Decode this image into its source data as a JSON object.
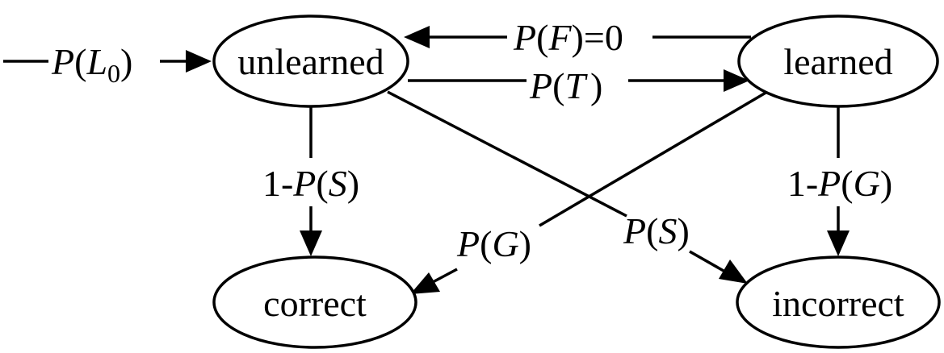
{
  "nodes": {
    "unlearned": "unlearned",
    "learned": "learned",
    "correct": "correct",
    "incorrect": "incorrect"
  },
  "edges": {
    "initial": {
      "label_P": "P",
      "label_open": "(",
      "label_L": "L",
      "label_sub": "0",
      "label_close": ")"
    },
    "forget": {
      "label_P": "P",
      "label_open": "(",
      "label_F": "F",
      "label_close": ")",
      "label_eq": "=0"
    },
    "transit": {
      "label_P": "P",
      "label_open": "(",
      "label_T": "T",
      "label_close": ")"
    },
    "unlearned_correct": {
      "label_prefix": "1-",
      "label_P": "P",
      "label_open": "(",
      "label_S": "S",
      "label_close": ")"
    },
    "learned_incorrect": {
      "label_prefix": "1-",
      "label_P": "P",
      "label_open": "(",
      "label_G": "G",
      "label_close": ")"
    },
    "learned_correct": {
      "label_P": "P",
      "label_open": "(",
      "label_G": "G",
      "label_close": ")"
    },
    "unlearned_incorrect": {
      "label_P": "P",
      "label_open": "(",
      "label_S": "S",
      "label_close": ")"
    }
  }
}
